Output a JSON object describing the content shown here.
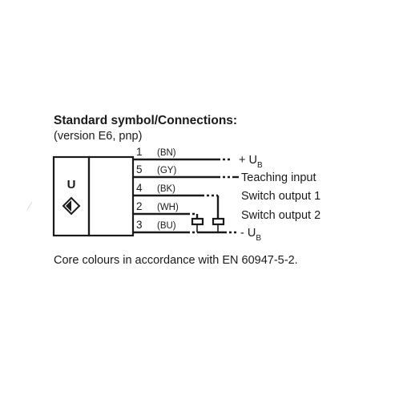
{
  "title": "Standard symbol/Connections:",
  "subtitle": "(version E6, pnp)",
  "sensor": {
    "symbol_letter": "U",
    "symbol_icon": "diamond-inductive-sensor-icon"
  },
  "connections": [
    {
      "pin": "1",
      "colour": "(BN)",
      "label": "+ U",
      "label_sub": "B"
    },
    {
      "pin": "5",
      "colour": "(GY)",
      "label": "Teaching input",
      "label_sub": ""
    },
    {
      "pin": "4",
      "colour": "(BK)",
      "label": "Switch output 1",
      "label_sub": ""
    },
    {
      "pin": "2",
      "colour": "(WH)",
      "label": "Switch output 2",
      "label_sub": ""
    },
    {
      "pin": "3",
      "colour": "(BU)",
      "label": "- U",
      "label_sub": "B"
    }
  ],
  "footnote": "Core colours in accordance with EN 60947-5-2."
}
